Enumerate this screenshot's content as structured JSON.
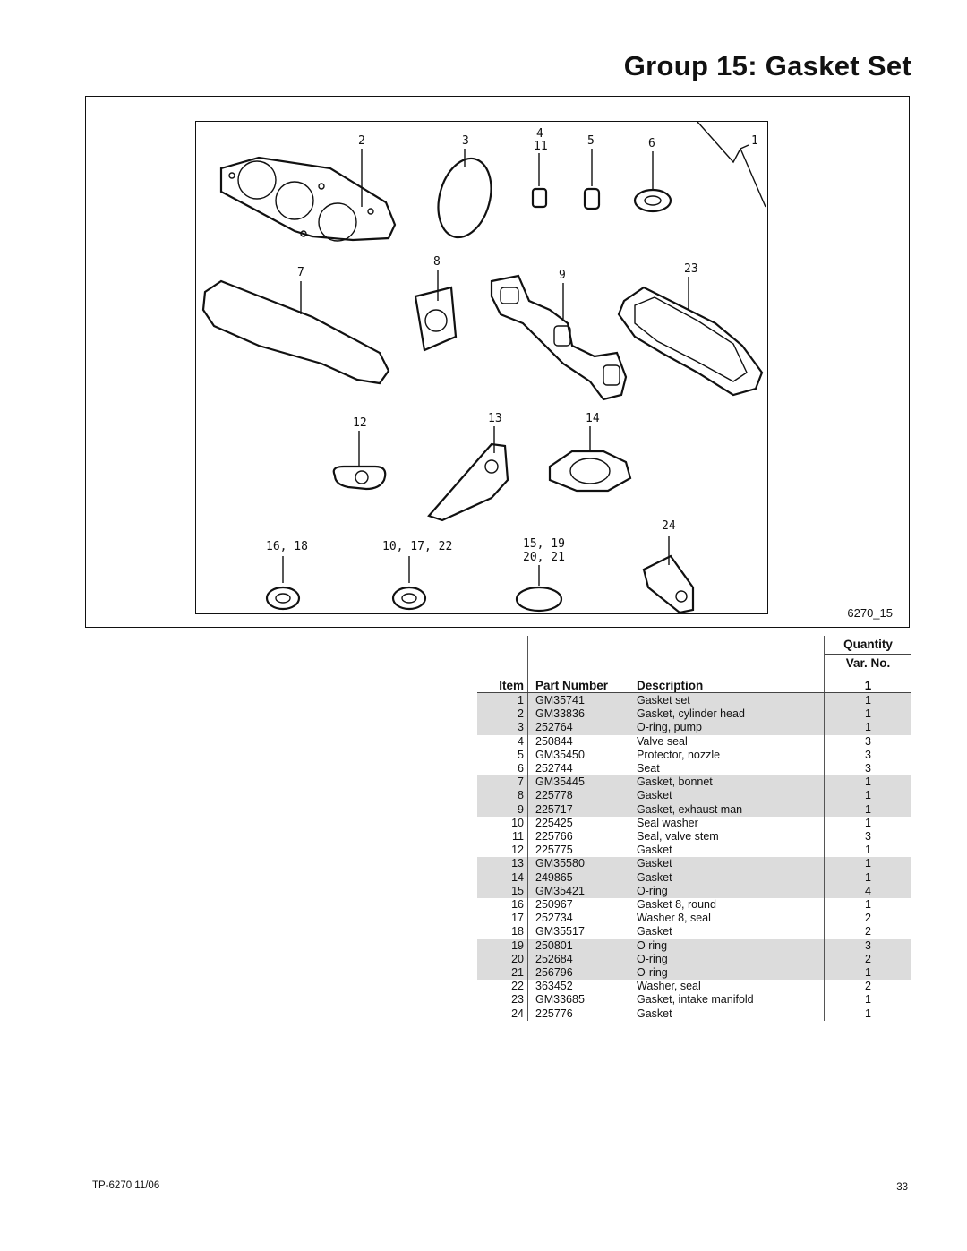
{
  "page": {
    "title": "Group 15:  Gasket Set",
    "figure_id": "6270_15",
    "footer_left": "TP-6270  11/06",
    "footer_right": "33"
  },
  "figure": {
    "labels": {
      "l1": "1",
      "l2": "2",
      "l3": "3",
      "l4": "4",
      "l11": "11",
      "l5": "5",
      "l6": "6",
      "l7": "7",
      "l8": "8",
      "l9": "9",
      "l23": "23",
      "l12": "12",
      "l13": "13",
      "l14": "14",
      "l24": "24",
      "l1618": "16, 18",
      "l101722": "10, 17, 22",
      "l1519": "15, 19",
      "l2021": "20, 21"
    }
  },
  "table": {
    "headers": {
      "quantity": "Quantity",
      "var_no": "Var. No.",
      "item": "Item",
      "part_number": "Part Number",
      "description": "Description",
      "var_1": "1"
    },
    "rows": [
      {
        "item": "1",
        "part": "GM35741",
        "desc": "Gasket set",
        "qty": "1"
      },
      {
        "item": "2",
        "part": "GM33836",
        "desc": "Gasket, cylinder head",
        "qty": "1"
      },
      {
        "item": "3",
        "part": "252764",
        "desc": "O-ring, pump",
        "qty": "1"
      },
      {
        "item": "4",
        "part": "250844",
        "desc": "Valve seal",
        "qty": "3"
      },
      {
        "item": "5",
        "part": "GM35450",
        "desc": "Protector, nozzle",
        "qty": "3"
      },
      {
        "item": "6",
        "part": "252744",
        "desc": "Seat",
        "qty": "3"
      },
      {
        "item": "7",
        "part": "GM35445",
        "desc": "Gasket, bonnet",
        "qty": "1"
      },
      {
        "item": "8",
        "part": "225778",
        "desc": "Gasket",
        "qty": "1"
      },
      {
        "item": "9",
        "part": "225717",
        "desc": "Gasket, exhaust man",
        "qty": "1"
      },
      {
        "item": "10",
        "part": "225425",
        "desc": "Seal washer",
        "qty": "1"
      },
      {
        "item": "11",
        "part": "225766",
        "desc": "Seal, valve stem",
        "qty": "3"
      },
      {
        "item": "12",
        "part": "225775",
        "desc": "Gasket",
        "qty": "1"
      },
      {
        "item": "13",
        "part": "GM35580",
        "desc": "Gasket",
        "qty": "1"
      },
      {
        "item": "14",
        "part": "249865",
        "desc": "Gasket",
        "qty": "1"
      },
      {
        "item": "15",
        "part": "GM35421",
        "desc": "O-ring",
        "qty": "4"
      },
      {
        "item": "16",
        "part": "250967",
        "desc": "Gasket 8, round",
        "qty": "1"
      },
      {
        "item": "17",
        "part": "252734",
        "desc": "Washer 8, seal",
        "qty": "2"
      },
      {
        "item": "18",
        "part": "GM35517",
        "desc": "Gasket",
        "qty": "2"
      },
      {
        "item": "19",
        "part": "250801",
        "desc": "O ring",
        "qty": "3"
      },
      {
        "item": "20",
        "part": "252684",
        "desc": "O-ring",
        "qty": "2"
      },
      {
        "item": "21",
        "part": "256796",
        "desc": "O-ring",
        "qty": "1"
      },
      {
        "item": "22",
        "part": "363452",
        "desc": "Washer, seal",
        "qty": "2"
      },
      {
        "item": "23",
        "part": "GM33685",
        "desc": "Gasket, intake manifold",
        "qty": "1"
      },
      {
        "item": "24",
        "part": "225776",
        "desc": "Gasket",
        "qty": "1"
      }
    ],
    "shaded_rows": [
      1,
      2,
      3,
      7,
      8,
      9,
      13,
      14,
      15,
      19,
      20,
      21
    ]
  }
}
